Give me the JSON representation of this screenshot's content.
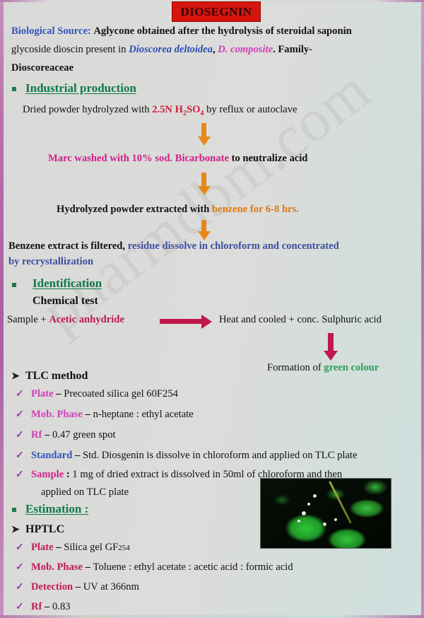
{
  "slide": {
    "title": "DIOSEGNIN",
    "watermark": "pharmdbm.com",
    "colors": {
      "title_bg": "#d8140f",
      "heading_green": "#0d7a49",
      "orange_arrow": "#e8881a",
      "crimson_arrow": "#c0174c",
      "background": "#d8d8d6",
      "border_pink": "#b76fae"
    }
  },
  "biological_source": {
    "label": "Biological Source:",
    "text_1": "Aglycone obtained after the hydrolysis of steroidal saponin",
    "text_2a": "glycoside dioscin present in ",
    "species_1": "Dioscorea deltoidea",
    "comma": ", ",
    "species_2": "D. composite",
    "period": ".",
    "family_label": "Family-",
    "family_value": "Dioscoreaceae"
  },
  "industrial_production": {
    "heading": "Industrial production",
    "step_1a": "Dried powder hydrolyzed with ",
    "step_1b": "2.5N H2SO4",
    "step_1c": " by reflux or autoclave",
    "step_1b_sub_1": "2",
    "step_1b_sub_2": "4",
    "step_2a": "Marc washed with 10% sod. Bicarbonate",
    "step_2b": " to neutralize acid",
    "step_3a": "Hydrolyzed powder extracted with ",
    "step_3b": "benzene for 6-8 hrs.",
    "step_4a": "Benzene extract is filtered, ",
    "step_4b": "residue dissolve  in chloroform  and concentrated",
    "step_4c": "by recrystallization"
  },
  "identification": {
    "heading": "Identification",
    "subheading": "Chemical test",
    "reaction_left_a": "Sample + ",
    "reaction_left_b": "Acetic anhydride",
    "reaction_right": "Heat and cooled + conc. Sulphuric acid",
    "result_a": "Formation of ",
    "result_b": "green colour"
  },
  "tlc": {
    "heading": "TLC method",
    "rows": [
      {
        "label": "Plate",
        "sep": " – ",
        "value": "Precoated silica gel 60F254",
        "color": "magenta"
      },
      {
        "label": "Mob. Phase",
        "sep": " – ",
        "value": "n-heptane : ethyl acetate",
        "color": "magenta"
      },
      {
        "label": "Rf",
        "sep": " – ",
        "value": "0.47 green spot",
        "color": "magenta"
      },
      {
        "label": "Standard",
        "sep": " – ",
        "value": "Std. Diosgenin is dissolve in chloroform and applied on TLC plate",
        "color": "blue"
      },
      {
        "label": "Sample",
        "sep": " : ",
        "value": "1 mg of dried extract is dissolved in 50ml of chloroform and then",
        "color": "pink"
      }
    ],
    "sample_continuation": "applied  on TLC plate"
  },
  "estimation": {
    "heading": "Estimation :",
    "subheading": "HPTLC",
    "rows": [
      {
        "label": "Plate",
        "sep": " – ",
        "value": "Silica gel GF",
        "sub": "254"
      },
      {
        "label": "Mob. Phase",
        "sep": " – ",
        "value": "Toluene  : ethyl acetate : acetic acid : formic acid",
        "sub": ""
      },
      {
        "label": "Detection",
        "sep": " – ",
        "value": "UV at 366nm",
        "sub": ""
      },
      {
        "label": "Rf",
        "sep": " – ",
        "value": "0.83",
        "sub": ""
      }
    ]
  },
  "icons": {
    "square_bullet": "square-bullet",
    "chevron_bullet": "➤",
    "check_bullet": "✓",
    "arrow_down": "arrow-down",
    "arrow_right": "arrow-right"
  },
  "photo": {
    "alt": "green-leaves-photo"
  }
}
